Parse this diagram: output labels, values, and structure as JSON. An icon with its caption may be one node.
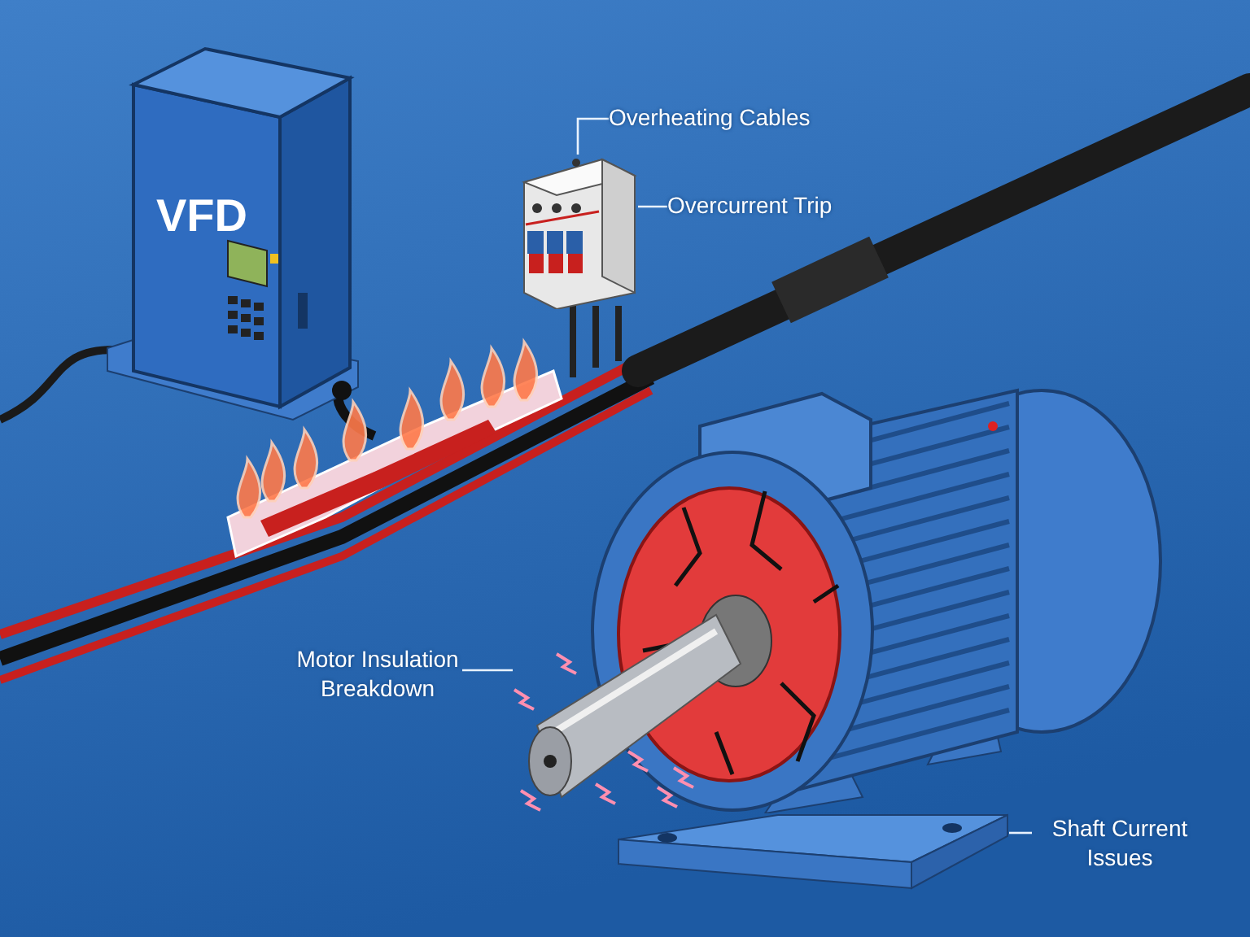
{
  "diagram": {
    "nodes": [
      {
        "text": [
          "VFD"
        ]
      },
      {
        "text": [
          "Overheating Cables"
        ]
      },
      {
        "text": [
          "Overcurrent Trip"
        ]
      },
      {
        "text": [],
        "shape": "picture"
      },
      {
        "text": [
          "Motor Insulation Breakdown"
        ]
      },
      {
        "text": [],
        "shape": "picture"
      },
      {
        "text": [
          "Shaft Current Issues"
        ]
      },
      {
        "text": [],
        "shape": "picture"
      }
    ],
    "edges": [
      {
        "from": 1,
        "to": 3,
        "arrow": "none"
      },
      {
        "from": 2,
        "to": 3,
        "arrow": "none"
      },
      {
        "from": 4,
        "to": 5,
        "arrow": "none"
      },
      {
        "from": 6,
        "to": 7,
        "arrow": "none"
      }
    ]
  }
}
